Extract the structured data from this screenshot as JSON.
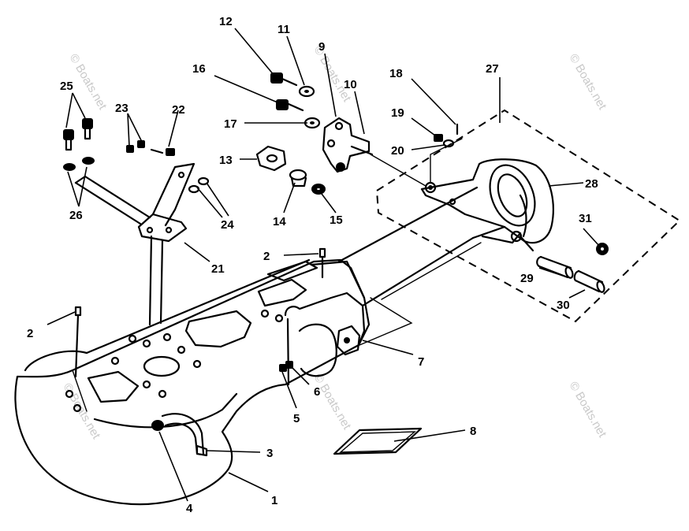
{
  "watermark": {
    "text": "© Boats.net",
    "color": "#c9c9c9"
  },
  "callouts": [
    {
      "id": "1",
      "label": "1"
    },
    {
      "id": "2a",
      "label": "2"
    },
    {
      "id": "2b",
      "label": "2"
    },
    {
      "id": "3",
      "label": "3"
    },
    {
      "id": "4",
      "label": "4"
    },
    {
      "id": "5",
      "label": "5"
    },
    {
      "id": "6",
      "label": "6"
    },
    {
      "id": "7",
      "label": "7"
    },
    {
      "id": "8",
      "label": "8"
    },
    {
      "id": "9",
      "label": "9"
    },
    {
      "id": "10",
      "label": "10"
    },
    {
      "id": "11",
      "label": "11"
    },
    {
      "id": "12",
      "label": "12"
    },
    {
      "id": "13",
      "label": "13"
    },
    {
      "id": "14",
      "label": "14"
    },
    {
      "id": "15",
      "label": "15"
    },
    {
      "id": "16",
      "label": "16"
    },
    {
      "id": "17",
      "label": "17"
    },
    {
      "id": "18",
      "label": "18"
    },
    {
      "id": "19",
      "label": "19"
    },
    {
      "id": "20",
      "label": "20"
    },
    {
      "id": "21",
      "label": "21"
    },
    {
      "id": "22",
      "label": "22"
    },
    {
      "id": "23",
      "label": "23"
    },
    {
      "id": "24",
      "label": "24"
    },
    {
      "id": "25",
      "label": "25"
    },
    {
      "id": "26",
      "label": "26"
    },
    {
      "id": "27",
      "label": "27"
    },
    {
      "id": "28",
      "label": "28"
    },
    {
      "id": "29",
      "label": "29"
    },
    {
      "id": "30",
      "label": "30"
    },
    {
      "id": "31",
      "label": "31"
    }
  ]
}
